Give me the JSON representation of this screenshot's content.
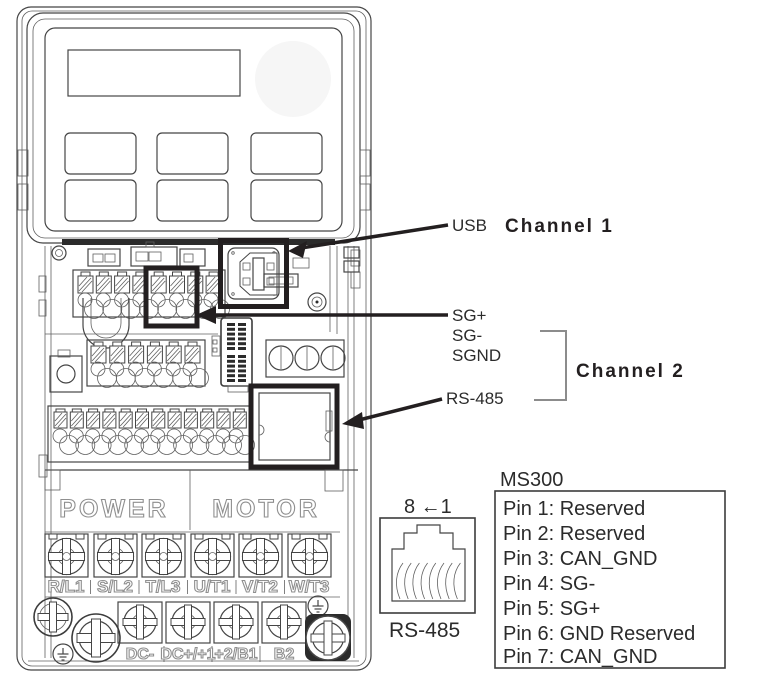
{
  "callouts": {
    "usb": "USB",
    "channel1": "Channel 1",
    "sg_plus": "SG+",
    "sg_minus": "SG-",
    "sgnd": "SGND",
    "channel2": "Channel 2",
    "rs485": "RS-485"
  },
  "rj45": {
    "pin_order": "8 ←1",
    "caption": "RS-485"
  },
  "pin_table": {
    "title": "MS300",
    "rows": [
      "Pin 1: Reserved",
      "Pin 2: Reserved",
      "Pin 3: CAN_GND",
      "Pin 4: SG-",
      "Pin 5: SG+",
      "Pin 6: GND Reserved",
      "Pin 7: CAN_GND"
    ]
  },
  "drive": {
    "power": "POWER",
    "motor": "MOTOR",
    "input_terminals": [
      "R/L1",
      "S/L2",
      "T/L3"
    ],
    "output_terminals": [
      "U/T1",
      "V/T2",
      "W/T3"
    ],
    "dc_terminals": [
      "DC-",
      "DC+/+1",
      "+2/B1",
      "B2"
    ]
  },
  "colors": {
    "line": "#454545",
    "highlight": "#231f20",
    "text": "#2b2b2b",
    "hollow_text": "#8f8f8f",
    "background": "#ffffff"
  }
}
